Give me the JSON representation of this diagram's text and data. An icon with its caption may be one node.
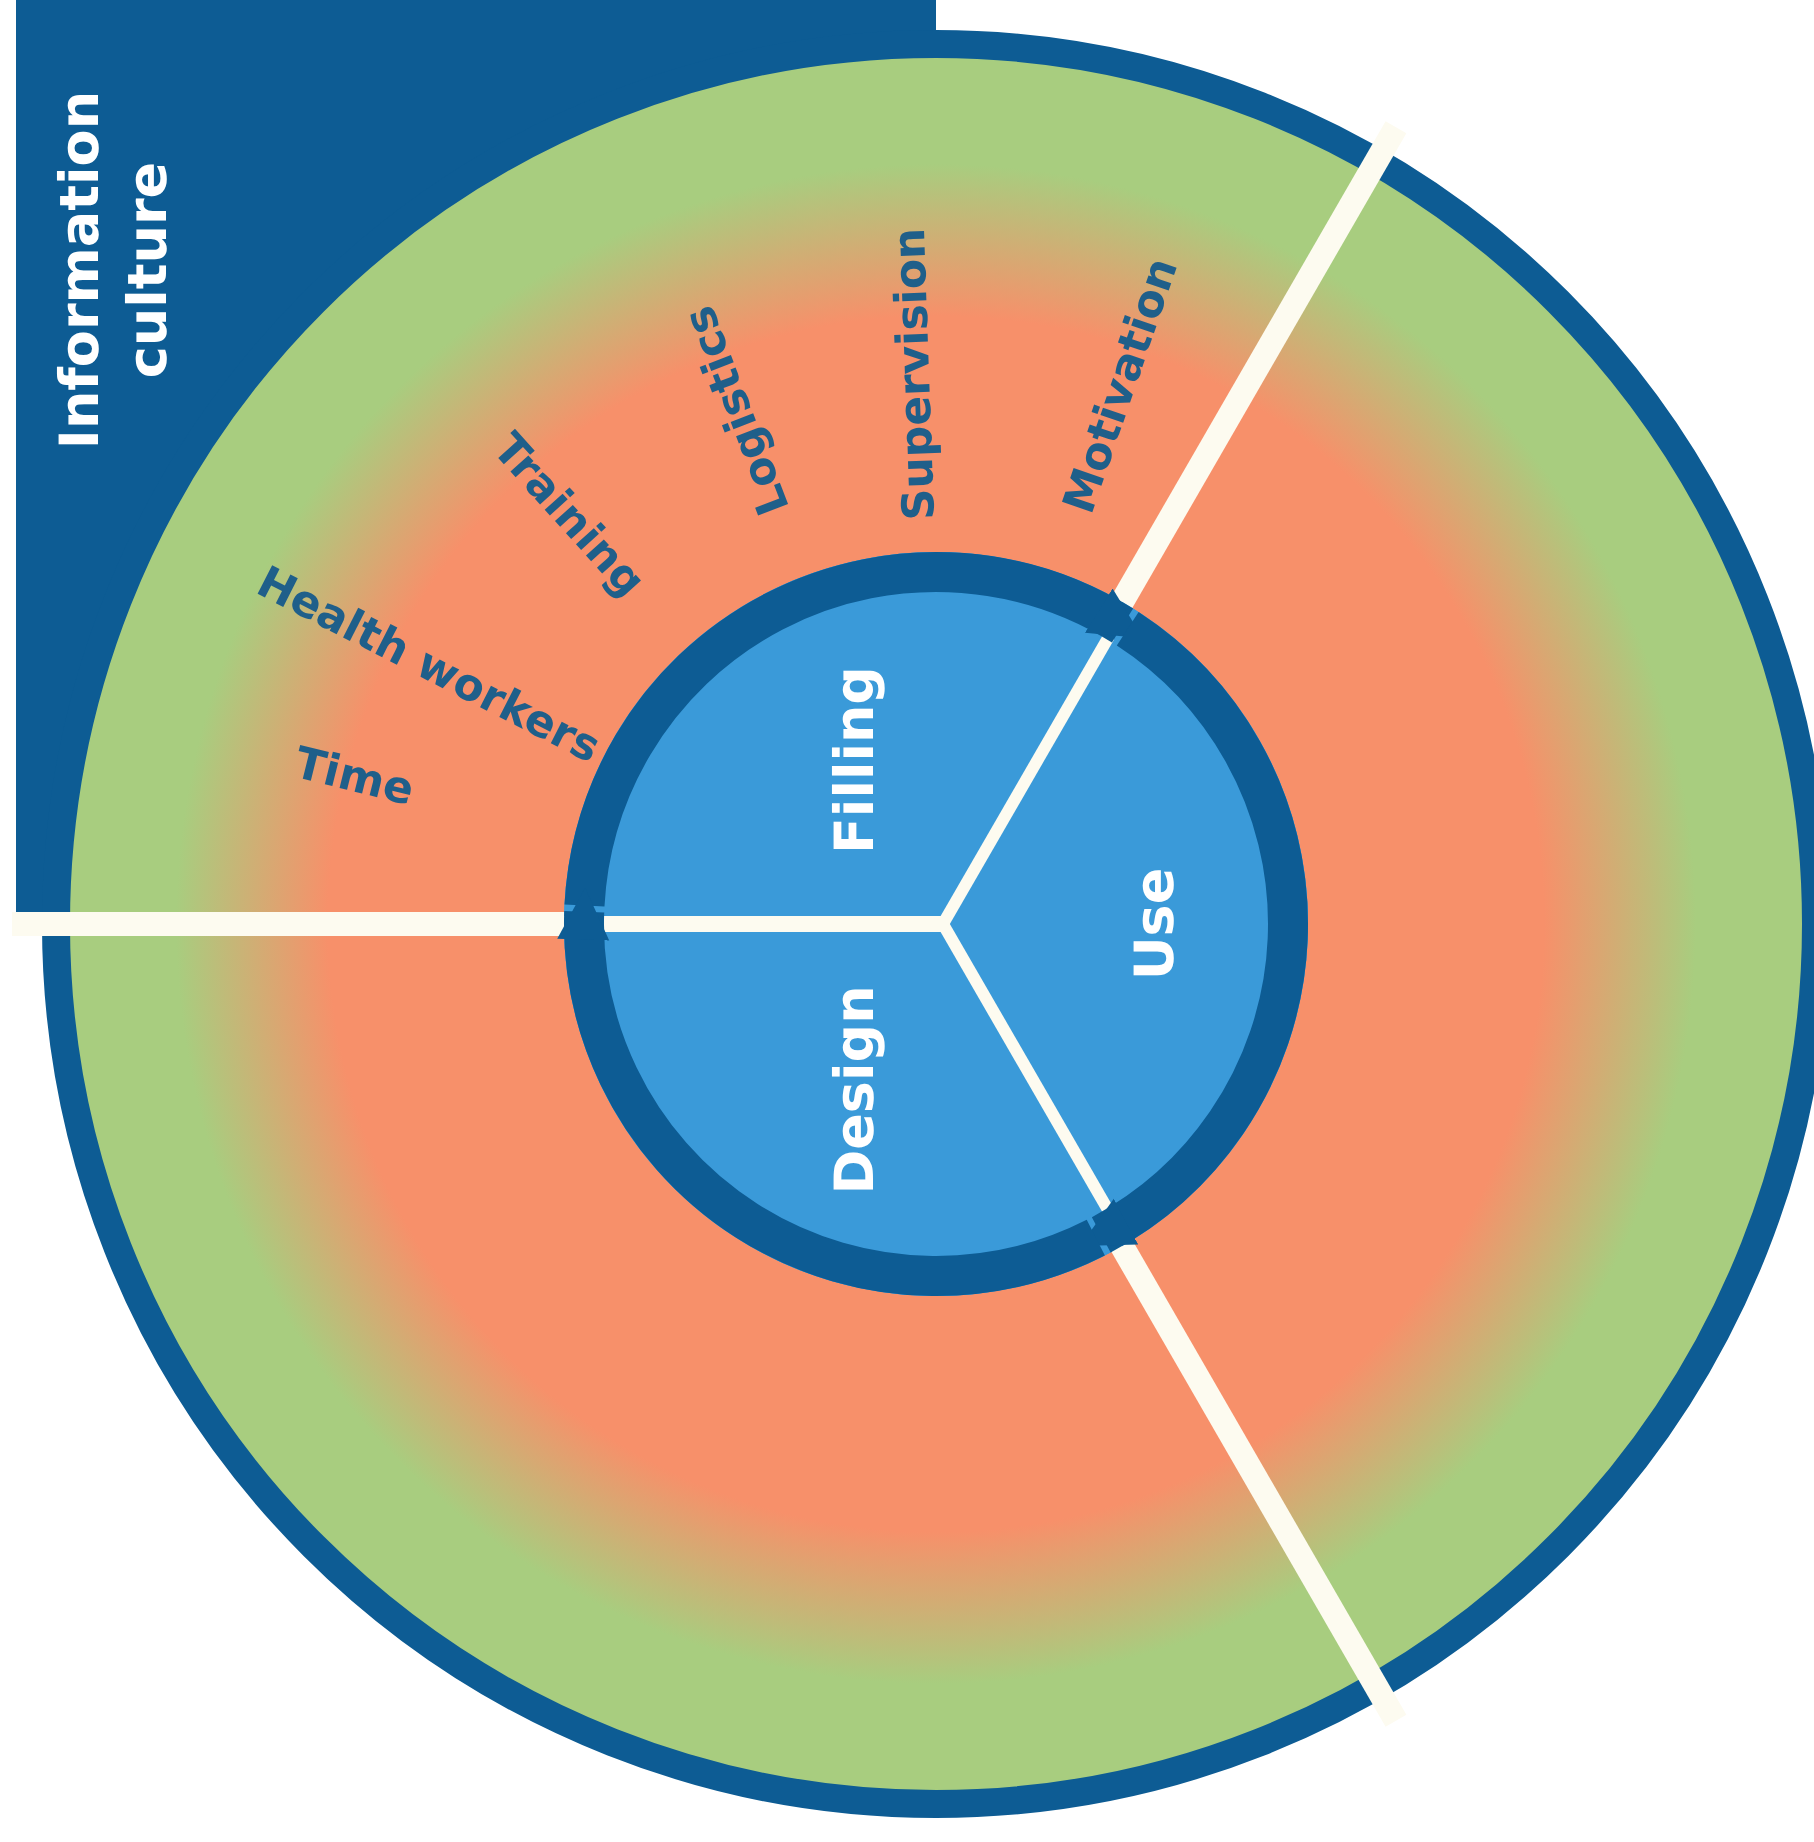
{
  "diagram": {
    "nodes": [
      {
        "text": [
          "Filling"
        ]
      },
      {
        "text": [
          "Use"
        ]
      },
      {
        "text": [
          "Design"
        ]
      }
    ],
    "edges": [
      {
        "from": 0,
        "to": 1,
        "arrow": "to"
      },
      {
        "from": 1,
        "to": 2,
        "arrow": "to"
      },
      {
        "from": 2,
        "to": 0,
        "arrow": "to"
      }
    ],
    "labels": [
      "Information culture",
      "Time",
      "Health workers",
      "Training",
      "Logistics",
      "Supervision",
      "Motivation"
    ]
  }
}
